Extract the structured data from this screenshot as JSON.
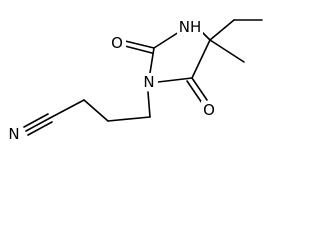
{
  "atoms": {
    "ring_n_imide": "N",
    "ring_nh": "NH",
    "carbonyl_o_top": "O",
    "carbonyl_o_bottom": "O",
    "nitrile_n": "N"
  },
  "colors": {
    "bond": "#000000",
    "background": "#ffffff"
  }
}
